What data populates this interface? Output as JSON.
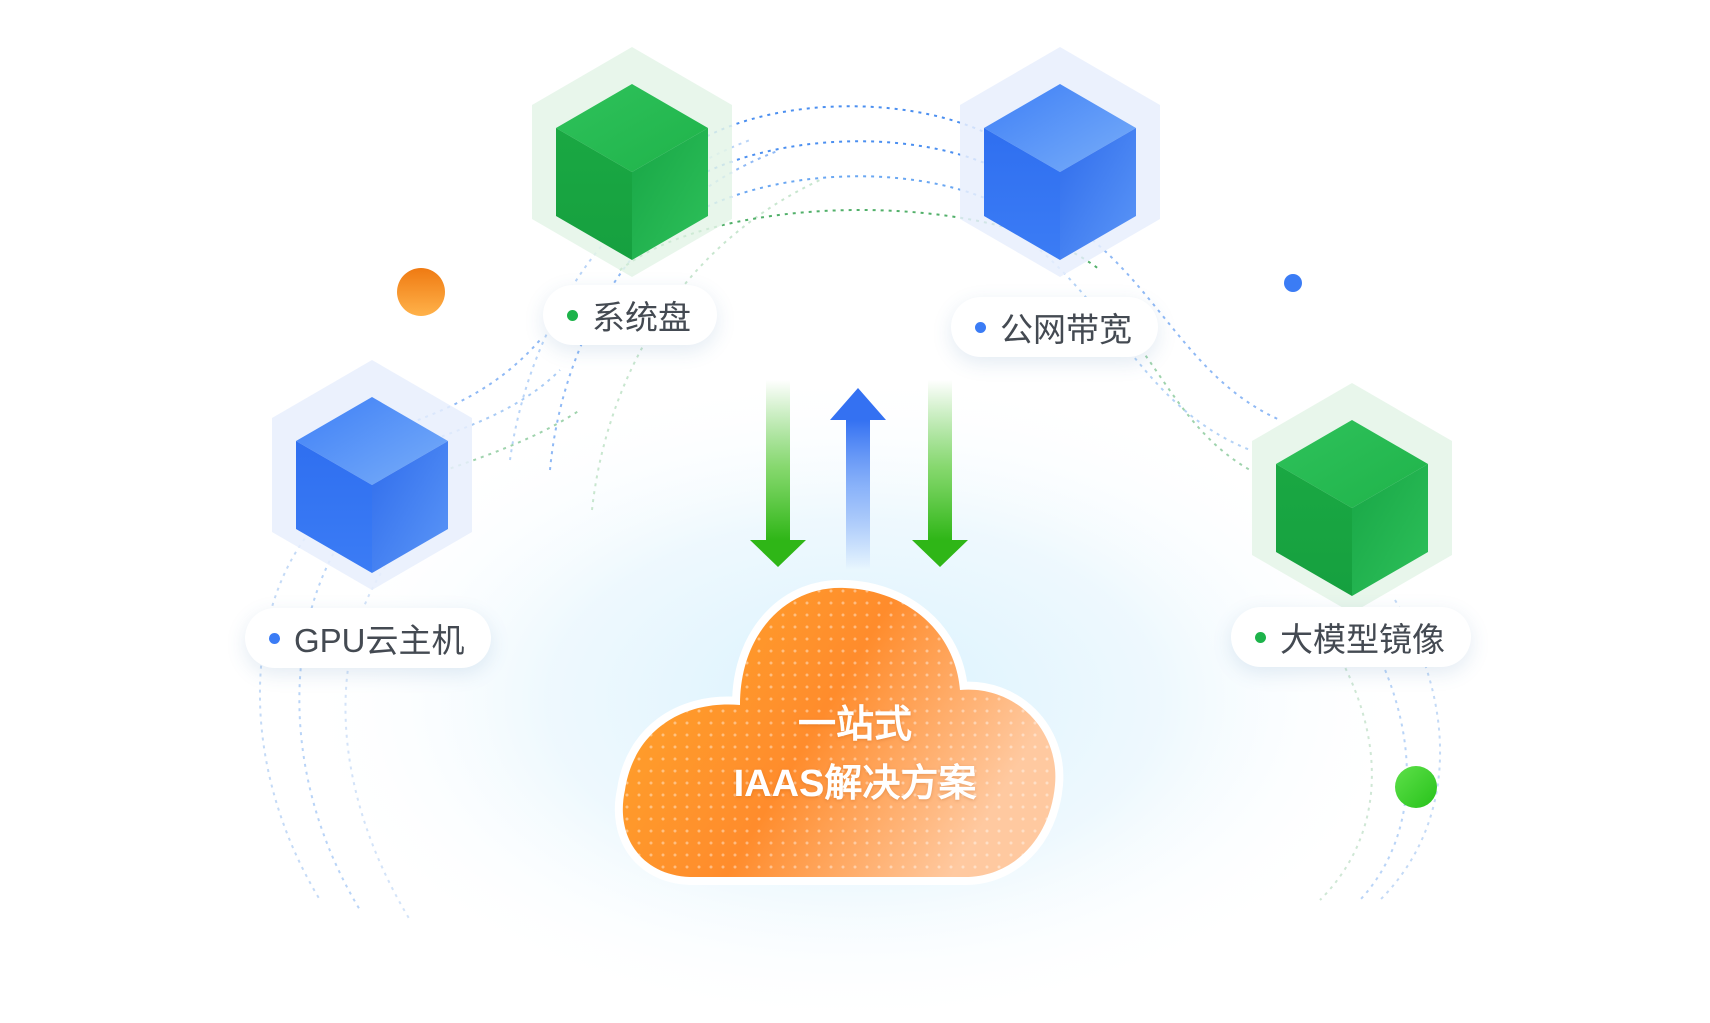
{
  "nodes": [
    {
      "id": "system-disk",
      "label": "系统盘",
      "color": "green"
    },
    {
      "id": "public-bandwidth",
      "label": "公网带宽",
      "color": "blue"
    },
    {
      "id": "gpu-cloud-host",
      "label": "GPU云主机",
      "color": "blue"
    },
    {
      "id": "large-model-image",
      "label": "大模型镜像",
      "color": "green"
    }
  ],
  "center": {
    "line1": "一站式",
    "line2": "IAAS解决方案"
  },
  "colors": {
    "green": "#1db34a",
    "blue": "#3b7cf5",
    "orange": "#ff9a2e",
    "dot_green": "#1db34a",
    "dot_blue": "#3b7cf5",
    "arrow_green": "#3cbf1e"
  },
  "icons": [
    "cube-icon",
    "dot-icon",
    "arrow-down-icon",
    "arrow-up-icon",
    "cloud-icon"
  ]
}
